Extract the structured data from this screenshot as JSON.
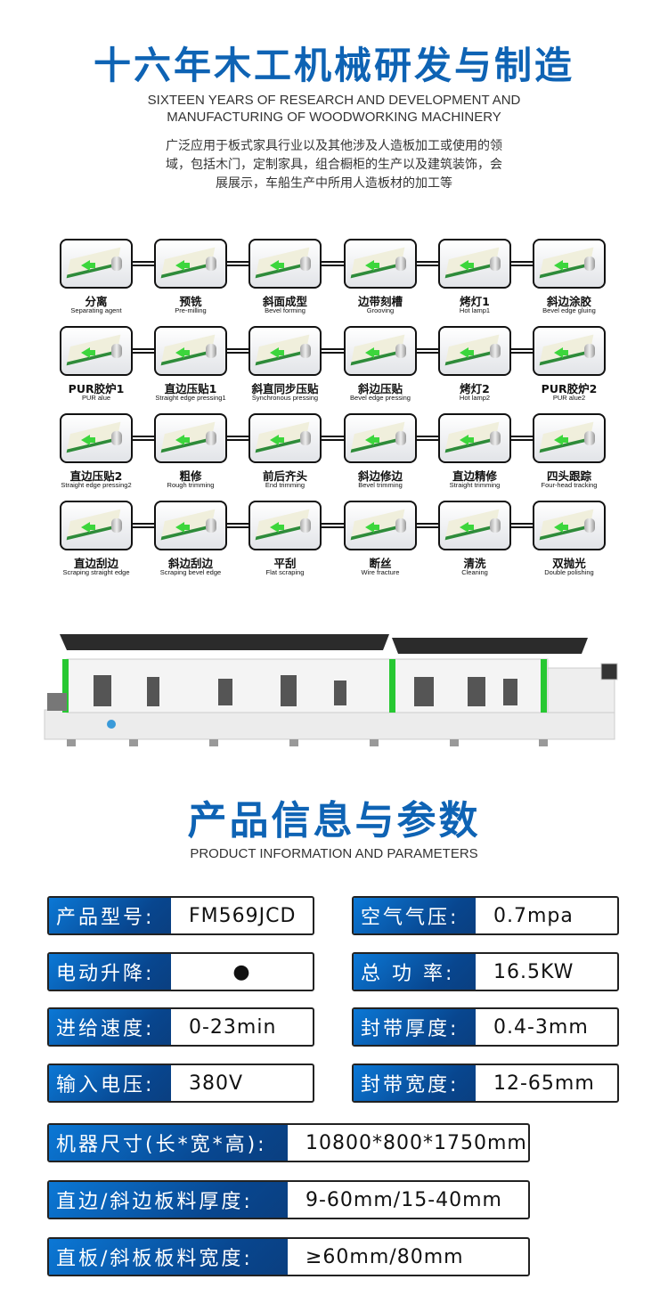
{
  "header": {
    "title": "十六年木工机械研发与制造",
    "subtitle_line1": "SIXTEEN YEARS OF RESEARCH AND DEVELOPMENT AND",
    "subtitle_line2": "MANUFACTURING OF WOODWORKING MACHINERY",
    "description_line1": "广泛应用于板式家具行业以及其他涉及人造板加工或使用的领",
    "description_line2": "域，包括木门，定制家具，组合橱柜的生产以及建筑装饰，会",
    "description_line3": "展展示，车船生产中所用人造板材的加工等"
  },
  "processes": [
    {
      "cn": "分离",
      "en": "Separating agent",
      "icon": "separating-icon"
    },
    {
      "cn": "预铣",
      "en": "Pre-milling",
      "icon": "pre-milling-icon"
    },
    {
      "cn": "斜面成型",
      "en": "Bevel forming",
      "icon": "bevel-forming-icon"
    },
    {
      "cn": "边带刻槽",
      "en": "Grooving",
      "icon": "grooving-icon"
    },
    {
      "cn": "烤灯1",
      "en": "Hot lamp1",
      "icon": "hot-lamp-icon"
    },
    {
      "cn": "斜边涂胶",
      "en": "Bevel edge gluing",
      "icon": "gluing-icon"
    },
    {
      "cn": "PUR胶炉1",
      "en": "PUR alue",
      "icon": "glue-pot-icon"
    },
    {
      "cn": "直边压贴1",
      "en": "Straight edge pressing1",
      "icon": "pressing-rollers-icon"
    },
    {
      "cn": "斜直同步压贴",
      "en": "Synchronous pressing",
      "icon": "sync-pressing-icon"
    },
    {
      "cn": "斜边压贴",
      "en": "Bevel edge pressing",
      "icon": "bevel-pressing-icon"
    },
    {
      "cn": "烤灯2",
      "en": "Hot lamp2",
      "icon": "hot-lamp-icon"
    },
    {
      "cn": "PUR胶炉2",
      "en": "PUR alue2",
      "icon": "glue-pot-icon"
    },
    {
      "cn": "直边压贴2",
      "en": "Straight edge pressing2",
      "icon": "pressing-rollers-icon"
    },
    {
      "cn": "粗修",
      "en": "Rough trimming",
      "icon": "rough-trimming-icon"
    },
    {
      "cn": "前后齐头",
      "en": "End trimming",
      "icon": "end-trimming-icon"
    },
    {
      "cn": "斜边修边",
      "en": "Bevel trimming",
      "icon": "bevel-trimming-icon"
    },
    {
      "cn": "直边精修",
      "en": "Straight trimming",
      "icon": "straight-trimming-icon"
    },
    {
      "cn": "四头跟踪",
      "en": "Four-head tracking",
      "icon": "tracking-icon"
    },
    {
      "cn": "直边刮边",
      "en": "Scraping straight edge",
      "icon": "scraping-icon"
    },
    {
      "cn": "斜边刮边",
      "en": "Scraping bevel edge",
      "icon": "scraping-bevel-icon"
    },
    {
      "cn": "平刮",
      "en": "Flat scraping",
      "icon": "flat-scraping-icon"
    },
    {
      "cn": "断丝",
      "en": "Wire fracture",
      "icon": "wire-fracture-icon"
    },
    {
      "cn": "清洗",
      "en": "Cleaning",
      "icon": "cleaning-icon"
    },
    {
      "cn": "双抛光",
      "en": "Double polishing",
      "icon": "polishing-icon"
    }
  ],
  "product": {
    "title": "产品信息与参数",
    "subtitle": "PRODUCT INFORMATION AND PARAMETERS"
  },
  "specs": [
    {
      "label": "产品型号:",
      "value": "FM569JCD"
    },
    {
      "label": "空气气压:",
      "value": "0.7mpa"
    },
    {
      "label": "电动升降:",
      "value": "●"
    },
    {
      "label": "总 功  率:",
      "value": "16.5KW"
    },
    {
      "label": "进给速度:",
      "value": "0-23min"
    },
    {
      "label": "封带厚度:",
      "value": "0.4-3mm"
    },
    {
      "label": "输入电压:",
      "value": "380V"
    },
    {
      "label": "封带宽度:",
      "value": "12-65mm"
    }
  ],
  "wide_specs": [
    {
      "label": "机器尺寸(长*宽*高):",
      "value": "10800*800*1750mm"
    },
    {
      "label": "直边/斜边板料厚度:",
      "value": "9-60mm/15-40mm"
    },
    {
      "label": "直板/斜板板料宽度:",
      "value": "≥60mm/80mm"
    }
  ],
  "colors": {
    "brand_blue": "#0e63b4",
    "accent_green": "#3cd63c"
  }
}
